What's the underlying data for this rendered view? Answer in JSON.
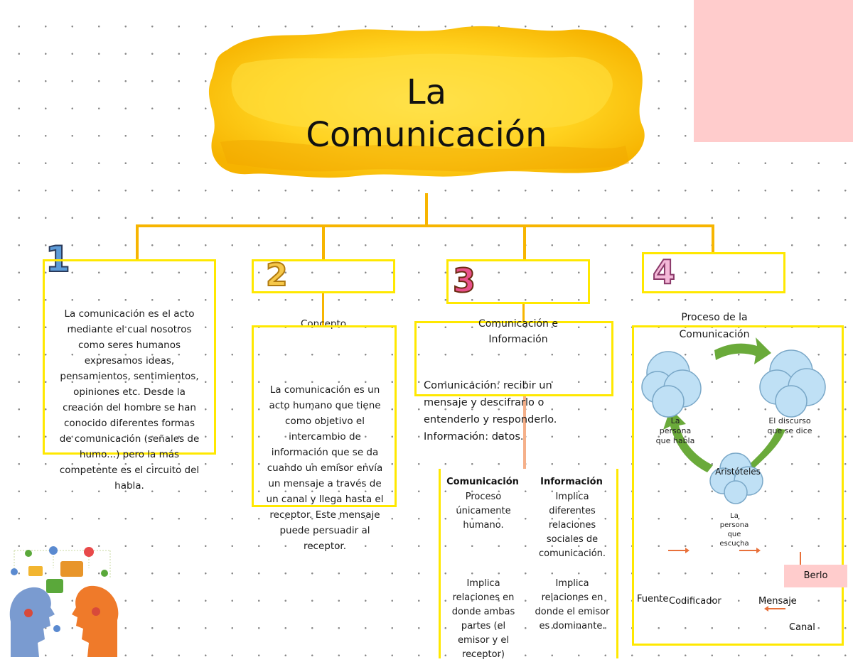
{
  "title": {
    "line1": "La",
    "line2": "Comunicación"
  },
  "sections": [
    {
      "number": "1",
      "text": "La comunicación es el acto mediante el cual nosotros como seres humanos expresamos ideas, pensamientos, sentimientos, opiniones etc. Desde la creación del hombre se han conocido diferentes formas de comunicación (señales de humo...) pero la más competente es el circuito del habla."
    },
    {
      "number": "2",
      "label": "Concepto",
      "text": "La comunicación es un acto humano que tiene como objetivo el intercambio de información que se da cuando un emisor envía un mensaje a través de un canal y llega hasta el receptor. Este mensaje puede persuadir al receptor."
    },
    {
      "number": "3",
      "label": "Comunicación e Información",
      "text": "Comunicación: recibir un mensaje y descifrarlo o entenderlo y responderlo. Información: datos.",
      "comparison": {
        "left_header": "Comunicación",
        "right_header": "Información",
        "left_1": "Proceso únicamente humano.",
        "right_1": "Implica diferentes relaciones sociales de comunicación.",
        "left_2": "Implica relaciones en donde ambas partes (el emisor y el receptor)",
        "right_2": "Implica relaciones en donde el emisor es dominante."
      }
    },
    {
      "number": "4",
      "label": "Proceso de la Comunicación",
      "cycle": {
        "cloud_left": "La persona que habla",
        "cloud_right": "El discurso que se dice",
        "cloud_bottom": "Aristóteles",
        "listener": "La persona que escucha"
      },
      "berlo": {
        "label": "Berlo",
        "fuente": "Fuente",
        "codificador": "Codificador",
        "mensaje": "Mensaje",
        "canal": "Canal"
      }
    }
  ],
  "colors": {
    "yellow_border": "#ffe800",
    "connector": "#f7b500",
    "pink": "#ffcccc",
    "arrow_green": "#6aaa3a",
    "cloud_blue": "#bfe0f5",
    "orange": "#e8703a"
  }
}
